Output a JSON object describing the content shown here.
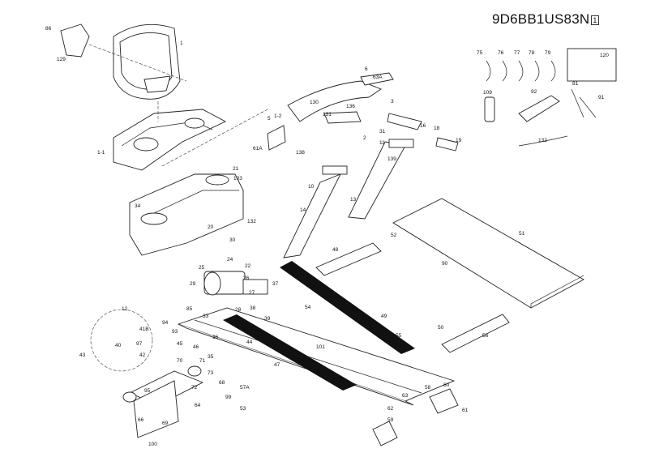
{
  "title": {
    "code": "9D6BB1US83N",
    "rev": "1"
  },
  "part_labels": [
    "1",
    "1-1",
    "1-2",
    "2",
    "3",
    "5",
    "6",
    "61A",
    "63A",
    "86",
    "129",
    "130",
    "131",
    "136",
    "138",
    "139",
    "11",
    "10",
    "13",
    "14",
    "16",
    "18",
    "19",
    "31",
    "21",
    "34",
    "103",
    "132",
    "20",
    "30",
    "22",
    "24",
    "25",
    "26",
    "27",
    "28",
    "29",
    "33",
    "37",
    "38",
    "39",
    "51",
    "52",
    "90",
    "48",
    "49",
    "50",
    "56",
    "54",
    "55",
    "101",
    "47",
    "44",
    "43",
    "40",
    "41B",
    "42",
    "97",
    "12",
    "93",
    "94",
    "85",
    "45",
    "46",
    "35",
    "36",
    "70",
    "71",
    "72",
    "64",
    "73",
    "66",
    "68",
    "69",
    "99",
    "100",
    "57A",
    "53",
    "60",
    "61",
    "62",
    "63",
    "58",
    "59",
    "75",
    "76",
    "77",
    "78",
    "79",
    "120",
    "109",
    "81",
    "91",
    "132",
    "92",
    "95"
  ]
}
